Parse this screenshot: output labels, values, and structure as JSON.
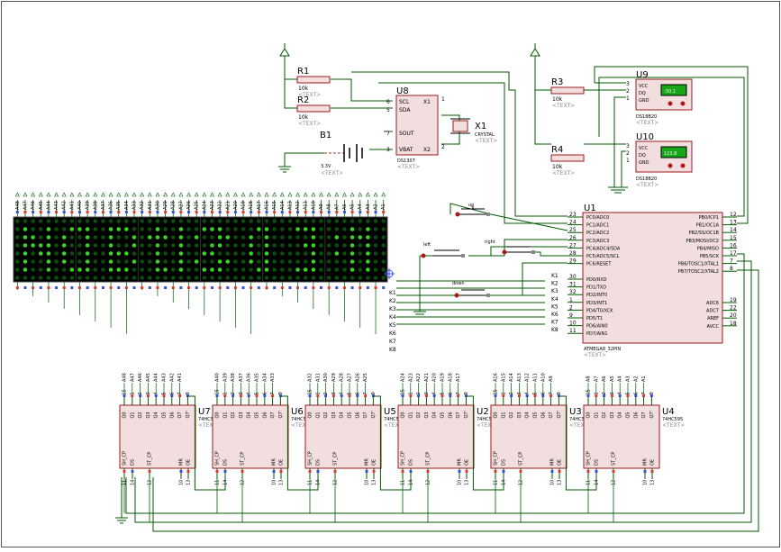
{
  "colors": {
    "wire": "#005a00",
    "chip_fill": "#f2dede",
    "chip_border": "#9b1b1b",
    "led_on": "#39d323",
    "led_off": "#0b4d0b",
    "pin_red": "#e03a3a",
    "pin_blue": "#3a4fe0",
    "lcd_bg": "#18a518"
  },
  "placeholder": "<TEXT>",
  "resistors": {
    "r1": {
      "ref": "R1",
      "value": "10k"
    },
    "r2": {
      "ref": "R2",
      "value": "10k"
    },
    "r3": {
      "ref": "R3",
      "value": "10k"
    },
    "r4": {
      "ref": "R4",
      "value": "10k"
    }
  },
  "rtc": {
    "ref": "U8",
    "part": "DS1307",
    "pins_left": [
      {
        "num": "6",
        "name": "SCL"
      },
      {
        "num": "5",
        "name": "SDA"
      },
      {
        "num": "7",
        "name": "SOUT"
      },
      {
        "num": "3",
        "name": "VBAT"
      }
    ],
    "pins_right": [
      {
        "num": "1",
        "name": "X1"
      },
      {
        "num": "2",
        "name": "X2"
      }
    ]
  },
  "crystal": {
    "ref": "X1",
    "value": "CRYSTAL"
  },
  "battery": {
    "ref": "B1",
    "value": "3.3V"
  },
  "sensors": [
    {
      "ref": "U9",
      "part": "DS18B20",
      "reading": "-30.1",
      "pins": [
        "VCC",
        "DQ",
        "GND"
      ],
      "nums": [
        "3",
        "2",
        "1"
      ]
    },
    {
      "ref": "U10",
      "part": "DS18B20",
      "reading": "123.8",
      "pins": [
        "VCC",
        "DQ",
        "GND"
      ],
      "nums": [
        "3",
        "2",
        "1"
      ]
    }
  ],
  "buttons": {
    "up": "up",
    "left": "left",
    "right": "right",
    "down": "down"
  },
  "mcu": {
    "ref": "U1",
    "part": "ATMEGA8_32PIN",
    "left_pins": [
      {
        "num": "23",
        "name": "PC0/ADC0"
      },
      {
        "num": "24",
        "name": "PC1/ADC1"
      },
      {
        "num": "25",
        "name": "PC2/ADC2"
      },
      {
        "num": "26",
        "name": "PC3/ADC3"
      },
      {
        "num": "27",
        "name": "PC4/ADC4/SDA"
      },
      {
        "num": "28",
        "name": "PC5/ADC5/SCL"
      },
      {
        "num": "29",
        "name": "PC6/RESET"
      },
      {
        "num": "30",
        "name": "PD0/RXD"
      },
      {
        "num": "31",
        "name": "PD1/TXD"
      },
      {
        "num": "32",
        "name": "PD2/INT0"
      },
      {
        "num": "1",
        "name": "PD3/INT1"
      },
      {
        "num": "2",
        "name": "PD4/T0/XCK"
      },
      {
        "num": "9",
        "name": "PD5/T1"
      },
      {
        "num": "10",
        "name": "PD6/AIN0"
      },
      {
        "num": "11",
        "name": "PD7/AIN1"
      }
    ],
    "right_pins": [
      {
        "num": "12",
        "name": "PB0/ICP1"
      },
      {
        "num": "13",
        "name": "PB1/OC1A"
      },
      {
        "num": "14",
        "name": "PB2/SS/OC1B"
      },
      {
        "num": "15",
        "name": "PB3/MOSI/OC2"
      },
      {
        "num": "16",
        "name": "PB4/MISO"
      },
      {
        "num": "17",
        "name": "PB5/SCK"
      },
      {
        "num": "7",
        "name": "PB6/TOSC1/XTAL1"
      },
      {
        "num": "8",
        "name": "PB7/TOSC2/XTAL2"
      },
      {
        "num": "19",
        "name": "ADC6"
      },
      {
        "num": "22",
        "name": "ADC7"
      },
      {
        "num": "20",
        "name": "AREF"
      },
      {
        "num": "18",
        "name": "AVCC"
      }
    ]
  },
  "rows": [
    "K1",
    "K2",
    "K3",
    "K4",
    "K5",
    "K6",
    "K7",
    "K8"
  ],
  "k_labels": [
    "K1",
    "K2",
    "K3",
    "K4",
    "K5",
    "K6",
    "K7"
  ],
  "matrix": {
    "cols": 48,
    "rows": 8,
    "col_labels": [
      "A48",
      "A47",
      "A46",
      "A45",
      "A44",
      "A43",
      "A42",
      "A41",
      "A40",
      "A39",
      "A38",
      "A37",
      "A36",
      "A35",
      "A34",
      "A33",
      "A32",
      "A31",
      "A30",
      "A29",
      "A28",
      "A27",
      "A26",
      "A25",
      "A24",
      "A23",
      "A22",
      "A21",
      "A20",
      "A19",
      "A18",
      "A17",
      "A16",
      "A15",
      "A14",
      "A13",
      "A12",
      "A11",
      "A10",
      "A9",
      "A8",
      "A7",
      "A6",
      "A5",
      "A4",
      "A3",
      "A2",
      "A1"
    ],
    "pattern": [
      "000000000000000000000000000000000000000000000000",
      "010010011100111000100100111000011000111000010100",
      "011010100100100101110101001100101000001001011100",
      "011110100100100100100100011000101000011000010100",
      "010110100100111000100100110000101000001001010100",
      "010010100100100100100101001100101000001000010100",
      "010010011100111000110100111000011000111000010100",
      "000000000000000000000000000000000000000000000000"
    ]
  },
  "shift_registers": [
    {
      "ref": "U7",
      "part": "74HC595",
      "cols": [
        "A48",
        "A47",
        "A46",
        "A45",
        "A44",
        "A43",
        "A42",
        "A41"
      ]
    },
    {
      "ref": "U6",
      "part": "74HC595",
      "cols": [
        "A40",
        "A39",
        "A38",
        "A37",
        "A36",
        "A35",
        "A34",
        "A33"
      ]
    },
    {
      "ref": "U5",
      "part": "74HC595",
      "cols": [
        "A32",
        "A31",
        "A30",
        "A29",
        "A28",
        "A27",
        "A26",
        "A25"
      ]
    },
    {
      "ref": "U2",
      "part": "74HC595",
      "cols": [
        "A24",
        "A23",
        "A22",
        "A21",
        "A20",
        "A19",
        "A18",
        "A17"
      ]
    },
    {
      "ref": "U3",
      "part": "74HC595",
      "cols": [
        "A16",
        "A15",
        "A14",
        "A13",
        "A12",
        "A11",
        "A10",
        "A9"
      ]
    },
    {
      "ref": "U4",
      "part": "74HC595",
      "cols": [
        "A8",
        "A7",
        "A6",
        "A5",
        "A4",
        "A3",
        "A2",
        "A1"
      ]
    }
  ],
  "sr_pins": {
    "top_nums": [
      "15",
      "1",
      "2",
      "3",
      "4",
      "5",
      "6",
      "7",
      "9"
    ],
    "top_names": [
      "Q0",
      "Q1",
      "Q2",
      "Q3",
      "Q4",
      "Q5",
      "Q6",
      "Q7",
      "Q7'"
    ],
    "bottom_names": [
      "SH_CP",
      "DS",
      "ST_CP",
      "MR",
      "OE"
    ],
    "bottom_nums": [
      "11",
      "14",
      "12",
      "10",
      "13"
    ]
  }
}
